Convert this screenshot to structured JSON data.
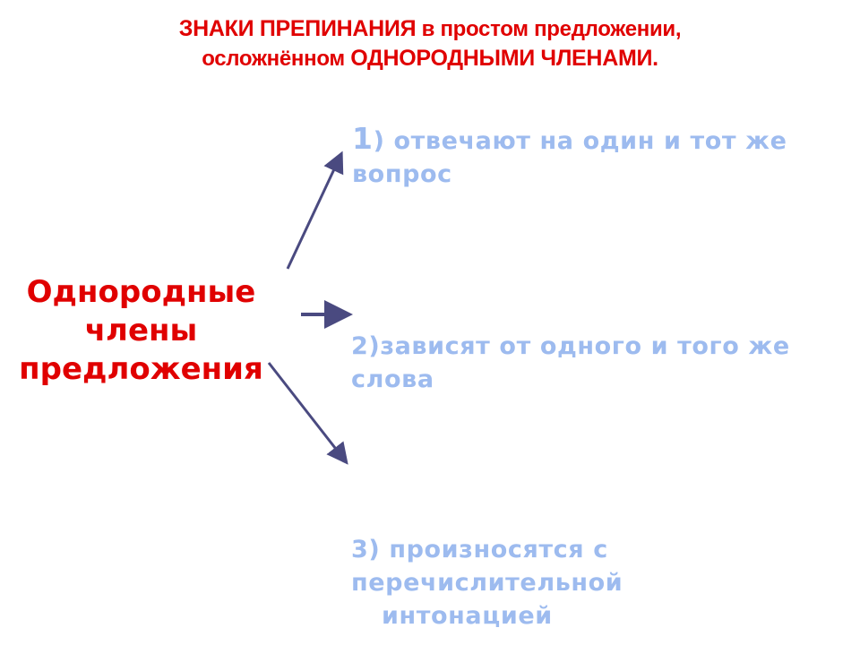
{
  "title": {
    "line1_caps": "ЗНАКИ ПРЕПИНАНИЯ",
    "line1_rest": " в простом предложении,",
    "line2_rest": "осложнённом ",
    "line2_caps": "ОДНОРОДНЫМИ ЧЛЕНАМИ."
  },
  "subject": {
    "lines": [
      "Однородные",
      "члены",
      "предложения"
    ]
  },
  "items": [
    {
      "number": "1",
      "lines": [
        ") отвечают на один и тот же",
        "вопрос"
      ]
    },
    {
      "number": "2",
      "lines": [
        "2)зависят от одного и того же",
        "слова"
      ]
    },
    {
      "number": "3",
      "lines": [
        "3) произносятся с",
        "перечислительной",
        "интонацией"
      ]
    }
  ],
  "colors": {
    "title": "#e00000",
    "subject": "#e00000",
    "items": "#9dbbef",
    "arrows": "#4a4a80"
  }
}
